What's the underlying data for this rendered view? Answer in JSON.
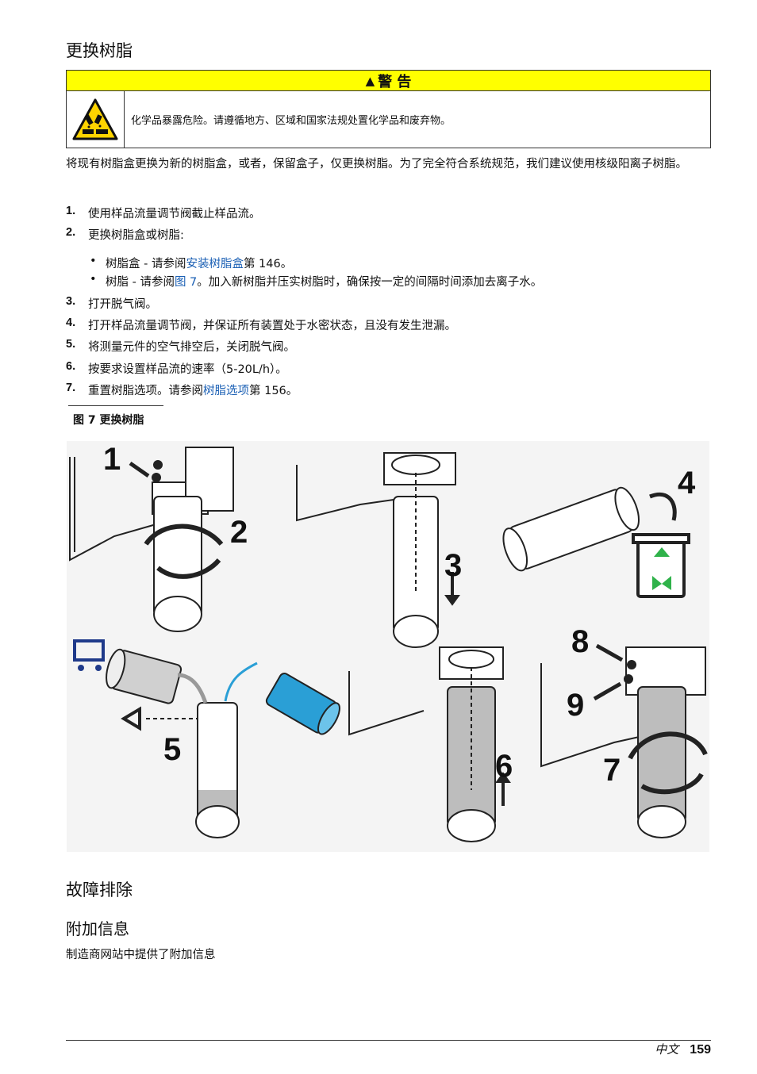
{
  "section_title": "更换树脂",
  "warning": {
    "heading": "警 告",
    "text": "化学品暴露危险。请遵循地方、区域和国家法规处置化学品和废弃物。"
  },
  "intro": "将现有树脂盒更换为新的树脂盒，或者，保留盒子，仅更换树脂。为了完全符合系统规范，我们建议使用核级阳离子树脂。",
  "steps": [
    {
      "num": "1.",
      "text": "使用样品流量调节阀截止样品流。"
    },
    {
      "num": "2.",
      "text": "更换树脂盒或树脂:"
    },
    {
      "num": "3.",
      "text": "打开脱气阀。"
    },
    {
      "num": "4.",
      "text": "打开样品流量调节阀，并保证所有装置处于水密状态，且没有发生泄漏。"
    },
    {
      "num": "5.",
      "text": "将测量元件的空气排空后，关闭脱气阀。"
    },
    {
      "num": "6.",
      "text": "按要求设置样品流的速率（5-20L/h）。"
    },
    {
      "num": "7.",
      "text": "重置树脂选项。请参阅 ",
      "link": "树脂选项",
      "after": " 第 156。"
    }
  ],
  "bullets": [
    {
      "pre": "树脂盒 - 请参阅 ",
      "link": "安装树脂盒",
      "post": " 第 146。"
    },
    {
      "pre": "树脂 - 请参阅 ",
      "link": "图 7",
      "post": "。加入新树脂并压实树脂时，确保按一定的间隔时间添加去离子水。"
    }
  ],
  "figure_caption": "图 7  更换树脂",
  "figure_step_numbers": [
    "1",
    "2",
    "3",
    "4",
    "5",
    "6",
    "7",
    "8",
    "9"
  ],
  "troubleshoot_title": "故障排除",
  "more_info_title": "附加信息",
  "more_info_text": "制造商网站中提供了附加信息",
  "footer": {
    "language": "中文",
    "page": "159"
  }
}
